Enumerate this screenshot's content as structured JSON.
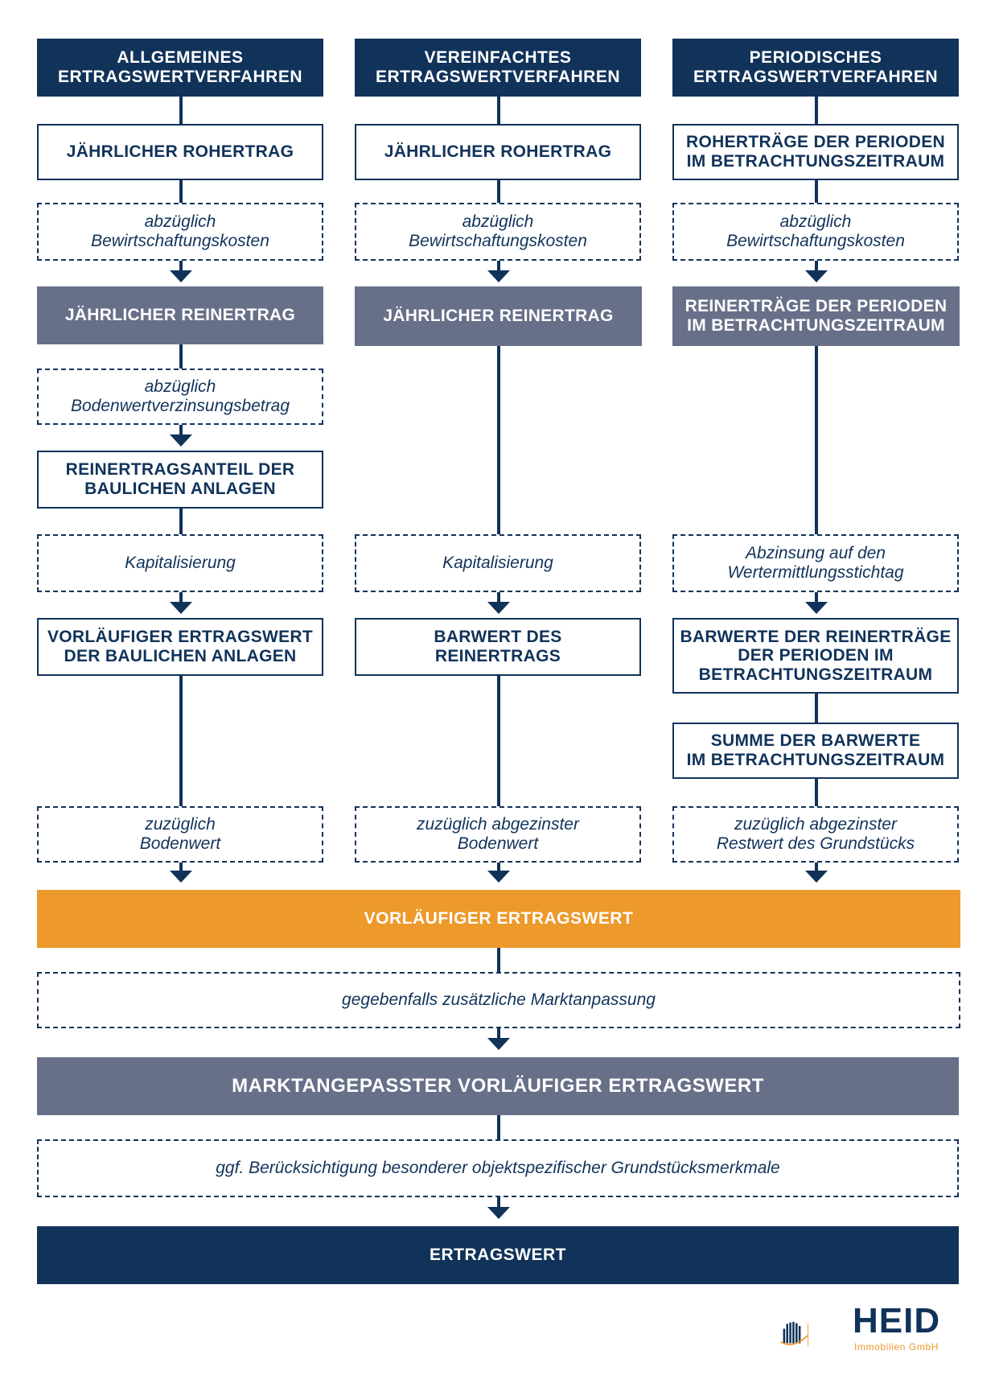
{
  "columns": [
    {
      "header": "ALLGEMEINES\nERTRAGSWERTVERFAHREN",
      "gross": "JÄHRLICHER ROHERTRAG",
      "minus_costs": "abzüglich\nBewirtschaftungskosten",
      "net": "JÄHRLICHER REINERTRAG",
      "minus_land_interest": "abzüglich\nBodenwertverzinsungsbetrag",
      "building_share": "REINERTRAGSANTEIL DER\nBAULICHEN ANLAGEN",
      "capitalization": "Kapitalisierung",
      "result": "VORLÄUFIGER ERTRAGSWERT\nDER BAULICHEN ANLAGEN",
      "plus": "zuzüglich\nBodenwert"
    },
    {
      "header": "VEREINFACHTES\nERTRAGSWERTVERFAHREN",
      "gross": "JÄHRLICHER ROHERTRAG",
      "minus_costs": "abzüglich\nBewirtschaftungskosten",
      "net": "JÄHRLICHER REINERTRAG",
      "capitalization": "Kapitalisierung",
      "result": "BARWERT DES\nREINERTRAGS",
      "plus": "zuzüglich abgezinster\nBodenwert"
    },
    {
      "header": "PERIODISCHES\nERTRAGSWERTVERFAHREN",
      "gross": "ROHERTRÄGE DER PERIODEN\nIM BETRACHTUNGSZEITRAUM",
      "minus_costs": "abzüglich\nBewirtschaftungskosten",
      "net": "REINERTRÄGE DER PERIODEN\nIM BETRACHTUNGSZEITRAUM",
      "discounting": "Abzinsung auf den\nWertermittlungsstichtag",
      "present_values": "BARWERTE DER REINERTRÄGE\nDER PERIODEN IM\nBETRACHTUNGSZEITRAUM",
      "sum": "SUMME DER BARWERTE\nIM BETRACHTUNGSZEITRAUM",
      "plus": "zuzüglich abgezinster\nRestwert des Grundstücks"
    }
  ],
  "merged": {
    "preliminary": "VORLÄUFIGER ERTRAGSWERT",
    "market_adjustment": "gegebenfalls zusätzliche Marktanpassung",
    "market_adjusted": "MARKTANGEPASSTER VORLÄUFIGER ERTRAGSWERT",
    "special_features": "ggf. Berücksichtigung besonderer objektspezifischer Grundstücksmerkmale",
    "final": "ERTRAGSWERT"
  },
  "logo": {
    "name": "HEID",
    "subtitle": "Immobilien GmbH"
  },
  "colors": {
    "navy": "#11335a",
    "slate": "#687089",
    "orange": "#ee992b"
  }
}
